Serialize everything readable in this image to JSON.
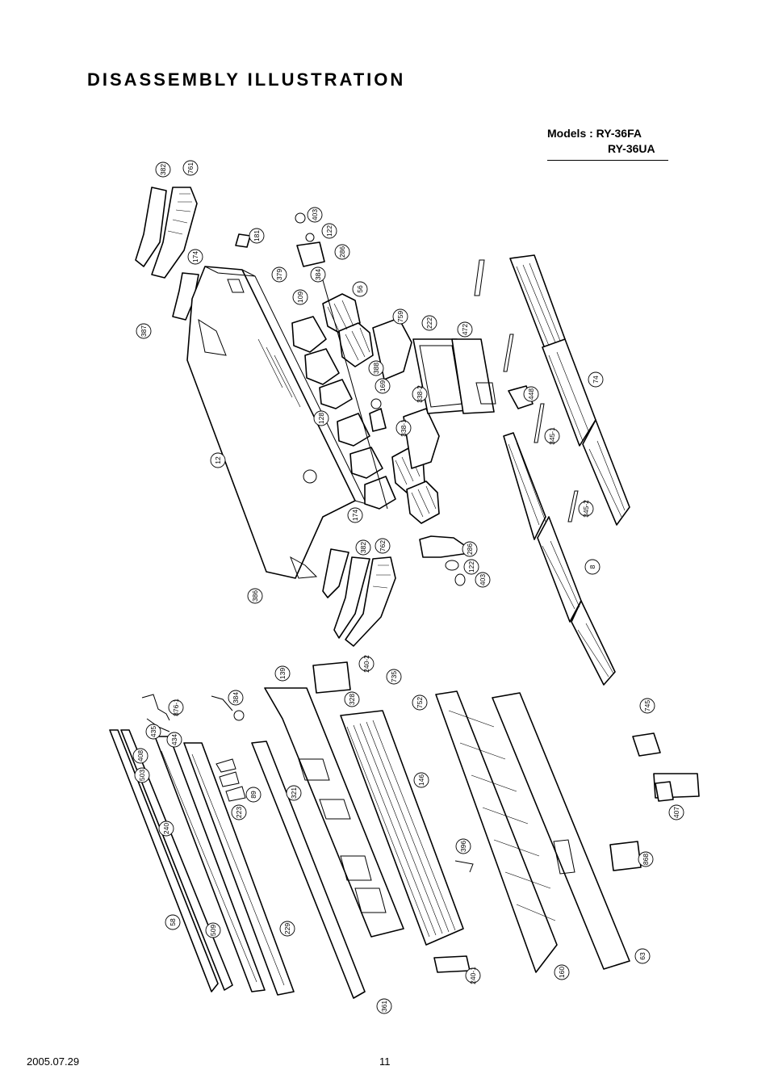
{
  "title": "DISASSEMBLY ILLUSTRATION",
  "models": {
    "label": "Models :",
    "model_1": "RY-36FA",
    "model_2": "RY-36UA"
  },
  "footer": {
    "date": "2005.07.29",
    "page_number": "11"
  },
  "callouts": [
    "382",
    "761",
    "403",
    "181",
    "122",
    "174",
    "379",
    "286",
    "384",
    "56",
    "109",
    "387",
    "759",
    "222",
    "472",
    "74",
    "388",
    "169",
    "338-2",
    "448",
    "128",
    "338-1",
    "345-1",
    "12",
    "174",
    "345-2",
    "382",
    "762",
    "286",
    "122",
    "403",
    "386",
    "8",
    "240-2",
    "139",
    "735",
    "328",
    "752",
    "876-1",
    "384",
    "745",
    "435",
    "434",
    "408",
    "503",
    "89",
    "146",
    "321",
    "223",
    "407",
    "240",
    "396",
    "868",
    "58",
    "509",
    "229",
    "240-1",
    "160",
    "63",
    "361"
  ]
}
